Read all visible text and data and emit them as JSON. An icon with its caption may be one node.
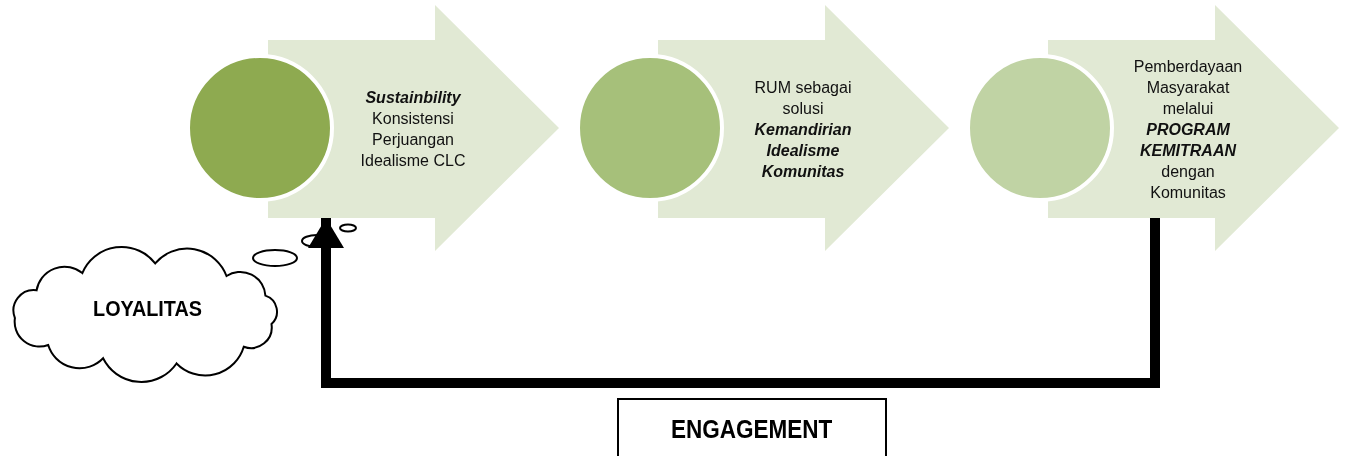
{
  "diagram": {
    "nodes": [
      {
        "text": [],
        "shape": "circle"
      },
      {
        "text": [
          "**Sustainbility** Konsistensi Perjuangan Idealisme CLC"
        ]
      },
      {
        "text": [],
        "shape": "circle"
      },
      {
        "text": [
          "RUM sebagai solusi **Kemandirian Idealisme Komunitas**"
        ]
      },
      {
        "text": [],
        "shape": "circle"
      },
      {
        "text": [
          "Pemberdayaan Masyarakat melalui **PROGRAM KEMITRAAN** dengan Komunitas"
        ]
      },
      {
        "text": [
          "LOYALITAS"
        ]
      },
      {
        "text": [
          "ENGAGEMENT"
        ]
      }
    ],
    "edges": [
      {
        "from": 5,
        "to": 1,
        "arrow": "to"
      }
    ]
  }
}
